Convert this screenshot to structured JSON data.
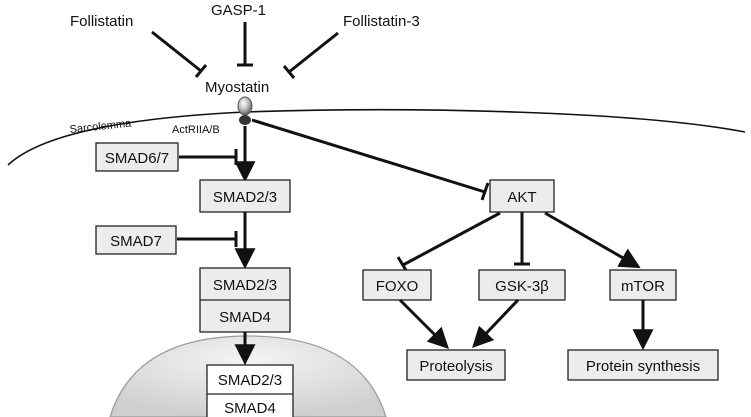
{
  "ligands": {
    "follistatin": "Follistatin",
    "gasp1": "GASP-1",
    "follistatin3": "Follistatin-3",
    "myostatin": "Myostatin"
  },
  "membrane": {
    "sarcolemma": "Sarcolemma",
    "receptor": "ActRIIA/B"
  },
  "smad_pathway": {
    "smad67": "SMAD6/7",
    "smad23": "SMAD2/3",
    "smad7": "SMAD7",
    "complex_top": "SMAD2/3",
    "complex_bottom": "SMAD4",
    "nuclear_top": "SMAD2/3",
    "nuclear_bottom": "SMAD4"
  },
  "akt_pathway": {
    "akt": "AKT",
    "foxo": "FOXO",
    "gsk3b": "GSK-3β",
    "mtor": "mTOR",
    "proteolysis": "Proteolysis",
    "protein_synthesis": "Protein synthesis"
  },
  "colors": {
    "box_fill": "#ececec",
    "box_stroke": "#222222",
    "arrow": "#111111",
    "nucleus": "#e2e2e2"
  }
}
